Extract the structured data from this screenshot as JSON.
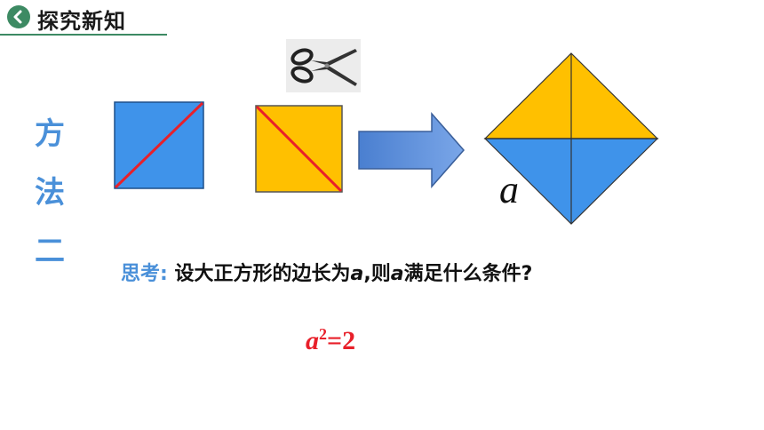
{
  "header": {
    "title": "探究新知",
    "accent_color": "#3d8a63",
    "icon": "chevron-left-icon"
  },
  "method": {
    "chars": [
      "方",
      "法",
      "二"
    ],
    "color": "#4a90d9"
  },
  "figures": {
    "square_left_color": "#3f93ea",
    "square_right_color": "#ffc000",
    "cut_line_color": "#e8202a",
    "arrow_color": "#5b8fd9",
    "scissors_icon": "scissors-icon",
    "side_label": "a"
  },
  "think": {
    "label": "思考:",
    "text_part1": "设大正方形的边长为",
    "var1": "a",
    "text_part2": ",则",
    "var2": "a",
    "text_part3": "满足什么条件?"
  },
  "formula": {
    "base": "a",
    "exponent": "2",
    "rhs": "=2",
    "color": "#e8202a"
  }
}
